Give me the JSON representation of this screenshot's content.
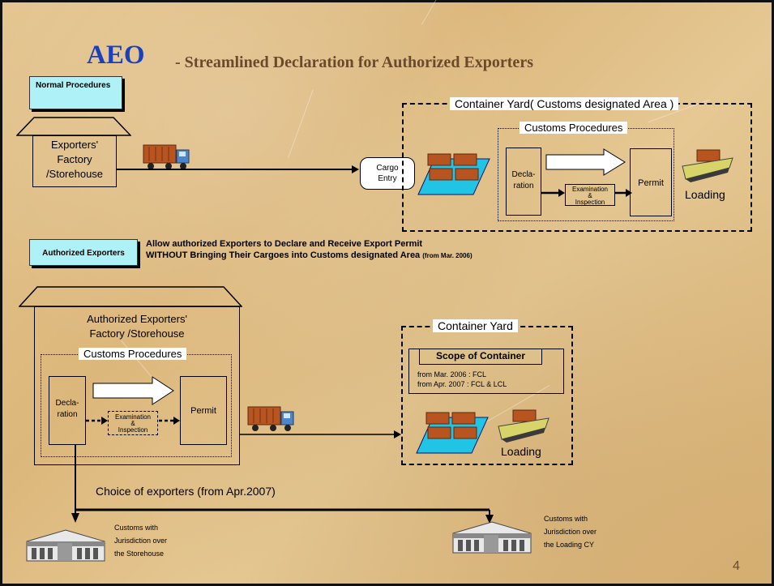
{
  "title": {
    "aeo": "AEO",
    "subtitle": "- Streamlined Declaration for Authorized Exporters"
  },
  "normal": {
    "badge": "Normal Procedures",
    "factory_line1": "Exporters'",
    "factory_line2": "Factory",
    "factory_line3": "/Storehouse",
    "cargo_entry_line1": "Cargo",
    "cargo_entry_line2": "Entry",
    "yard_title": "Container Yard( Customs designated Area )",
    "customs_procedures": "Customs Procedures",
    "declaration_line1": "Decla-",
    "declaration_line2": "ration",
    "examination_line1": "Examination",
    "examination_line2": "&",
    "examination_line3": "Inspection",
    "permit": "Permit",
    "loading": "Loading"
  },
  "authorized": {
    "badge": "Authorized Exporters",
    "desc_line1": "Allow authorized Exporters to Declare and Receive Export Permit",
    "desc_line2": "WITHOUT Bringing Their Cargoes into Customs designated Area",
    "desc_note": "(from Mar. 2006)",
    "factory_line1": "Authorized Exporters'",
    "factory_line2": "Factory /Storehouse",
    "customs_procedures": "Customs Procedures",
    "declaration_line1": "Decla-",
    "declaration_line2": "ration",
    "examination_line1": "Examination",
    "examination_line2": "&",
    "examination_line3": "Inspection",
    "permit": "Permit",
    "yard_title": "Container Yard",
    "scope_title": "Scope of Container",
    "scope_line1": "from Mar. 2006 : FCL",
    "scope_line2": "from Apr.  2007 : FCL & LCL",
    "loading": "Loading",
    "choice": "Choice of exporters (from Apr.2007)",
    "customs_storehouse_1": "Customs with",
    "customs_storehouse_2": "Jurisdiction over",
    "customs_storehouse_3": "the Storehouse",
    "customs_cy_1": "Customs with",
    "customs_cy_2": "Jurisdiction over",
    "customs_cy_3": "the Loading CY"
  },
  "page_number": "4",
  "icons": [
    "truck-icon",
    "container-stack-icon",
    "ship-icon",
    "building-icon"
  ],
  "colors": {
    "title_blue": "#1a3fbf",
    "subtitle_brown": "#6b4a2c",
    "badge_cyan": "#aef2f8",
    "platform_cyan": "#22c4e6",
    "container_brown": "#b8541f"
  }
}
